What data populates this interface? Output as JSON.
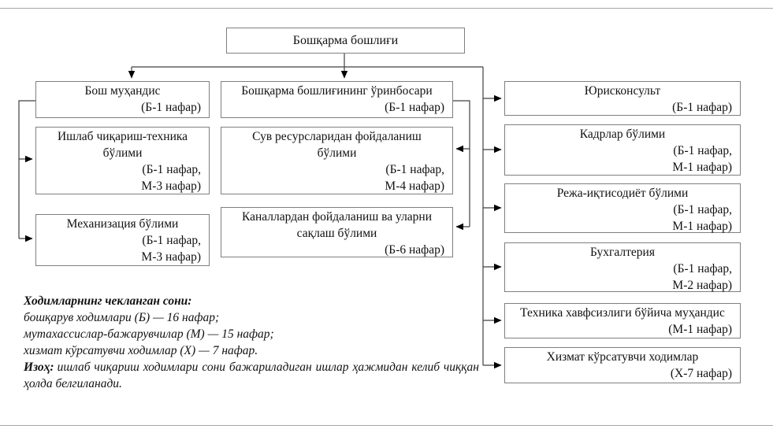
{
  "diagram": {
    "top": {
      "title": "Бошқарма бошлиғи"
    },
    "left_column": [
      {
        "title": "Бош муҳандис",
        "count": "(Б-1 нафар)"
      },
      {
        "title": "Ишлаб чиқариш-техника\nбўлими",
        "count": "(Б-1 нафар,\nМ-3 нафар)"
      },
      {
        "title": "Механизация бўлими",
        "count": "(Б-1 нафар,\nМ-3 нафар)"
      }
    ],
    "middle_column": [
      {
        "title": "Бошқарма бошлиғининг ўринбосари",
        "count": "(Б-1 нафар)"
      },
      {
        "title": "Сув ресурсларидан фойдаланиш\nбўлими",
        "count": "(Б-1 нафар,\nМ-4 нафар)"
      },
      {
        "title": "Каналлардан фойдаланиш ва уларни\nсақлаш бўлими",
        "count": "(Б-6 нафар)"
      }
    ],
    "right_column": [
      {
        "title": "Юрисконсульт",
        "count": "(Б-1 нафар)"
      },
      {
        "title": "Кадрлар бўлими",
        "count": "(Б-1 нафар,\nМ-1 нафар)"
      },
      {
        "title": "Режа-иқтисодиёт бўлими",
        "count": "(Б-1 нафар,\nМ-1 нафар)"
      },
      {
        "title": "Бухгалтерия",
        "count": "(Б-1 нафар,\nМ-2 нафар)"
      },
      {
        "title": "Техника хавфсизлиги бўйича муҳандис",
        "count": "(М-1 нафар)"
      },
      {
        "title": "Хизмат кўрсатувчи ходимлар",
        "count": "(Х-7 нафар)"
      }
    ],
    "footnote": {
      "heading": "Ходимларнинг чекланган сони:",
      "lines": [
        "бошқарув ходимлари (Б) — 16 нафар;",
        "мутахассислар-бажарувчилар (М) — 15 нафар;",
        "хизмат кўрсатувчи ходимлар (Х) — 7 нафар."
      ],
      "note_label": "Изоҳ:",
      "note_text": "ишлаб чиқариш ходимлари сони бажариладиган ишлар ҳажмидан келиб чиққан ҳолда белгиланади."
    },
    "colors": {
      "background": "#ffffff",
      "box_border": "#7f7f7f",
      "connector": "#404040",
      "text": "#111111"
    }
  }
}
